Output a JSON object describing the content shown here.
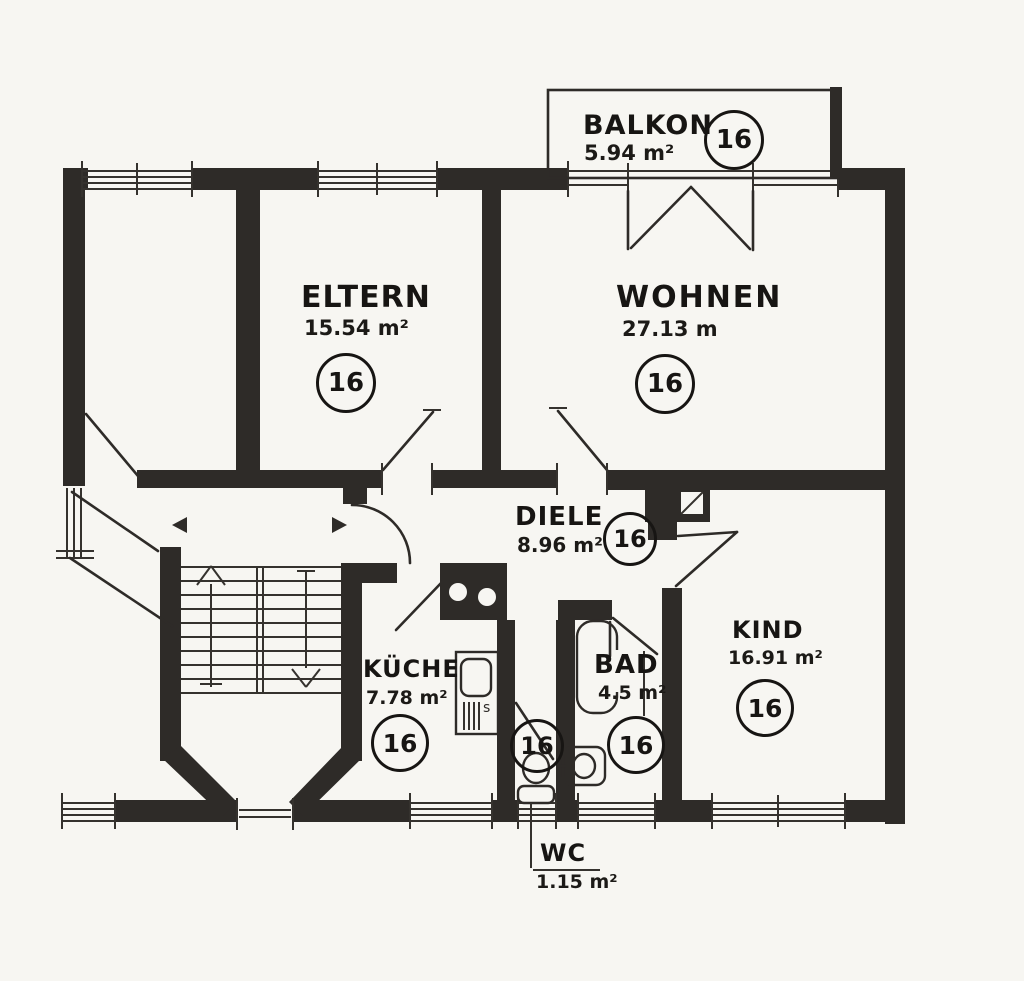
{
  "rooms": [
    {
      "id": "balkon",
      "name": "BALKON",
      "area": "5.94 m²",
      "apartment_no": "16"
    },
    {
      "id": "eltern",
      "name": "ELTERN",
      "area": "15.54 m²",
      "apartment_no": "16"
    },
    {
      "id": "wohnen",
      "name": "WOHNEN",
      "area": "27.13 m",
      "apartment_no": "16"
    },
    {
      "id": "diele",
      "name": "DIELE",
      "area": "8.96 m²",
      "apartment_no": "16"
    },
    {
      "id": "kueche",
      "name": "KÜCHE",
      "area": "7.78 m²",
      "apartment_no": "16"
    },
    {
      "id": "bad",
      "name": "BAD",
      "area": "4.5 m²",
      "apartment_no": "16"
    },
    {
      "id": "kind",
      "name": "KIND",
      "area": "16.91 m²",
      "apartment_no": "16"
    },
    {
      "id": "wc",
      "name": "WC",
      "area": "1.15 m²",
      "apartment_no": "16"
    }
  ],
  "fixtures": {
    "kitchen_sink_letter": "s"
  },
  "colors": {
    "ink": "#2e2b28",
    "label_ink": "#171513",
    "paper": "#f7f6f2"
  }
}
